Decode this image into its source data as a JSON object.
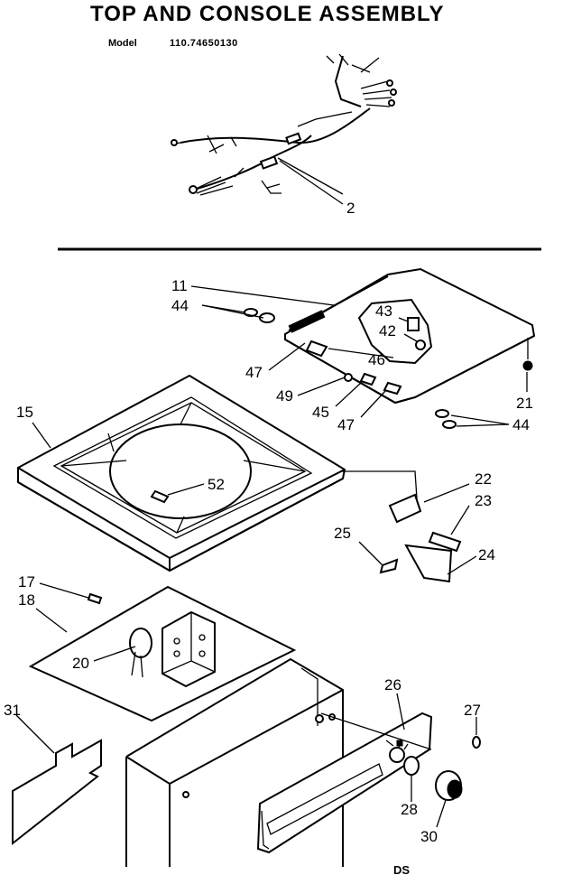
{
  "header": {
    "title": "TOP AND CONSOLE ASSEMBLY",
    "model_label": "Model",
    "model_number": "110.74650130"
  },
  "callouts": [
    "2",
    "11",
    "44",
    "43",
    "42",
    "47",
    "46",
    "49",
    "45",
    "47",
    "21",
    "44",
    "15",
    "52",
    "22",
    "23",
    "25",
    "24",
    "17",
    "18",
    "20",
    "31",
    "26",
    "27",
    "28",
    "30"
  ],
  "footer_code": "DS"
}
